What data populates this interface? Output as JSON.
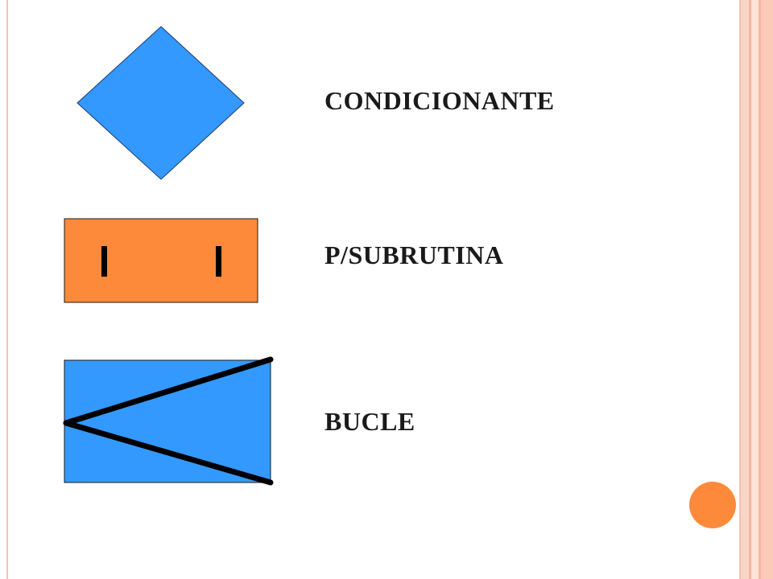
{
  "labels": {
    "condition": "CONDICIONANTE",
    "subroutine": "P/SUBRUTINA",
    "loop": "BUCLE"
  },
  "colors": {
    "diamond": "#3399ff",
    "subroutine_box": "#fd8a3a",
    "loop_box": "#3399ff",
    "accent": "#fd8a3a"
  }
}
